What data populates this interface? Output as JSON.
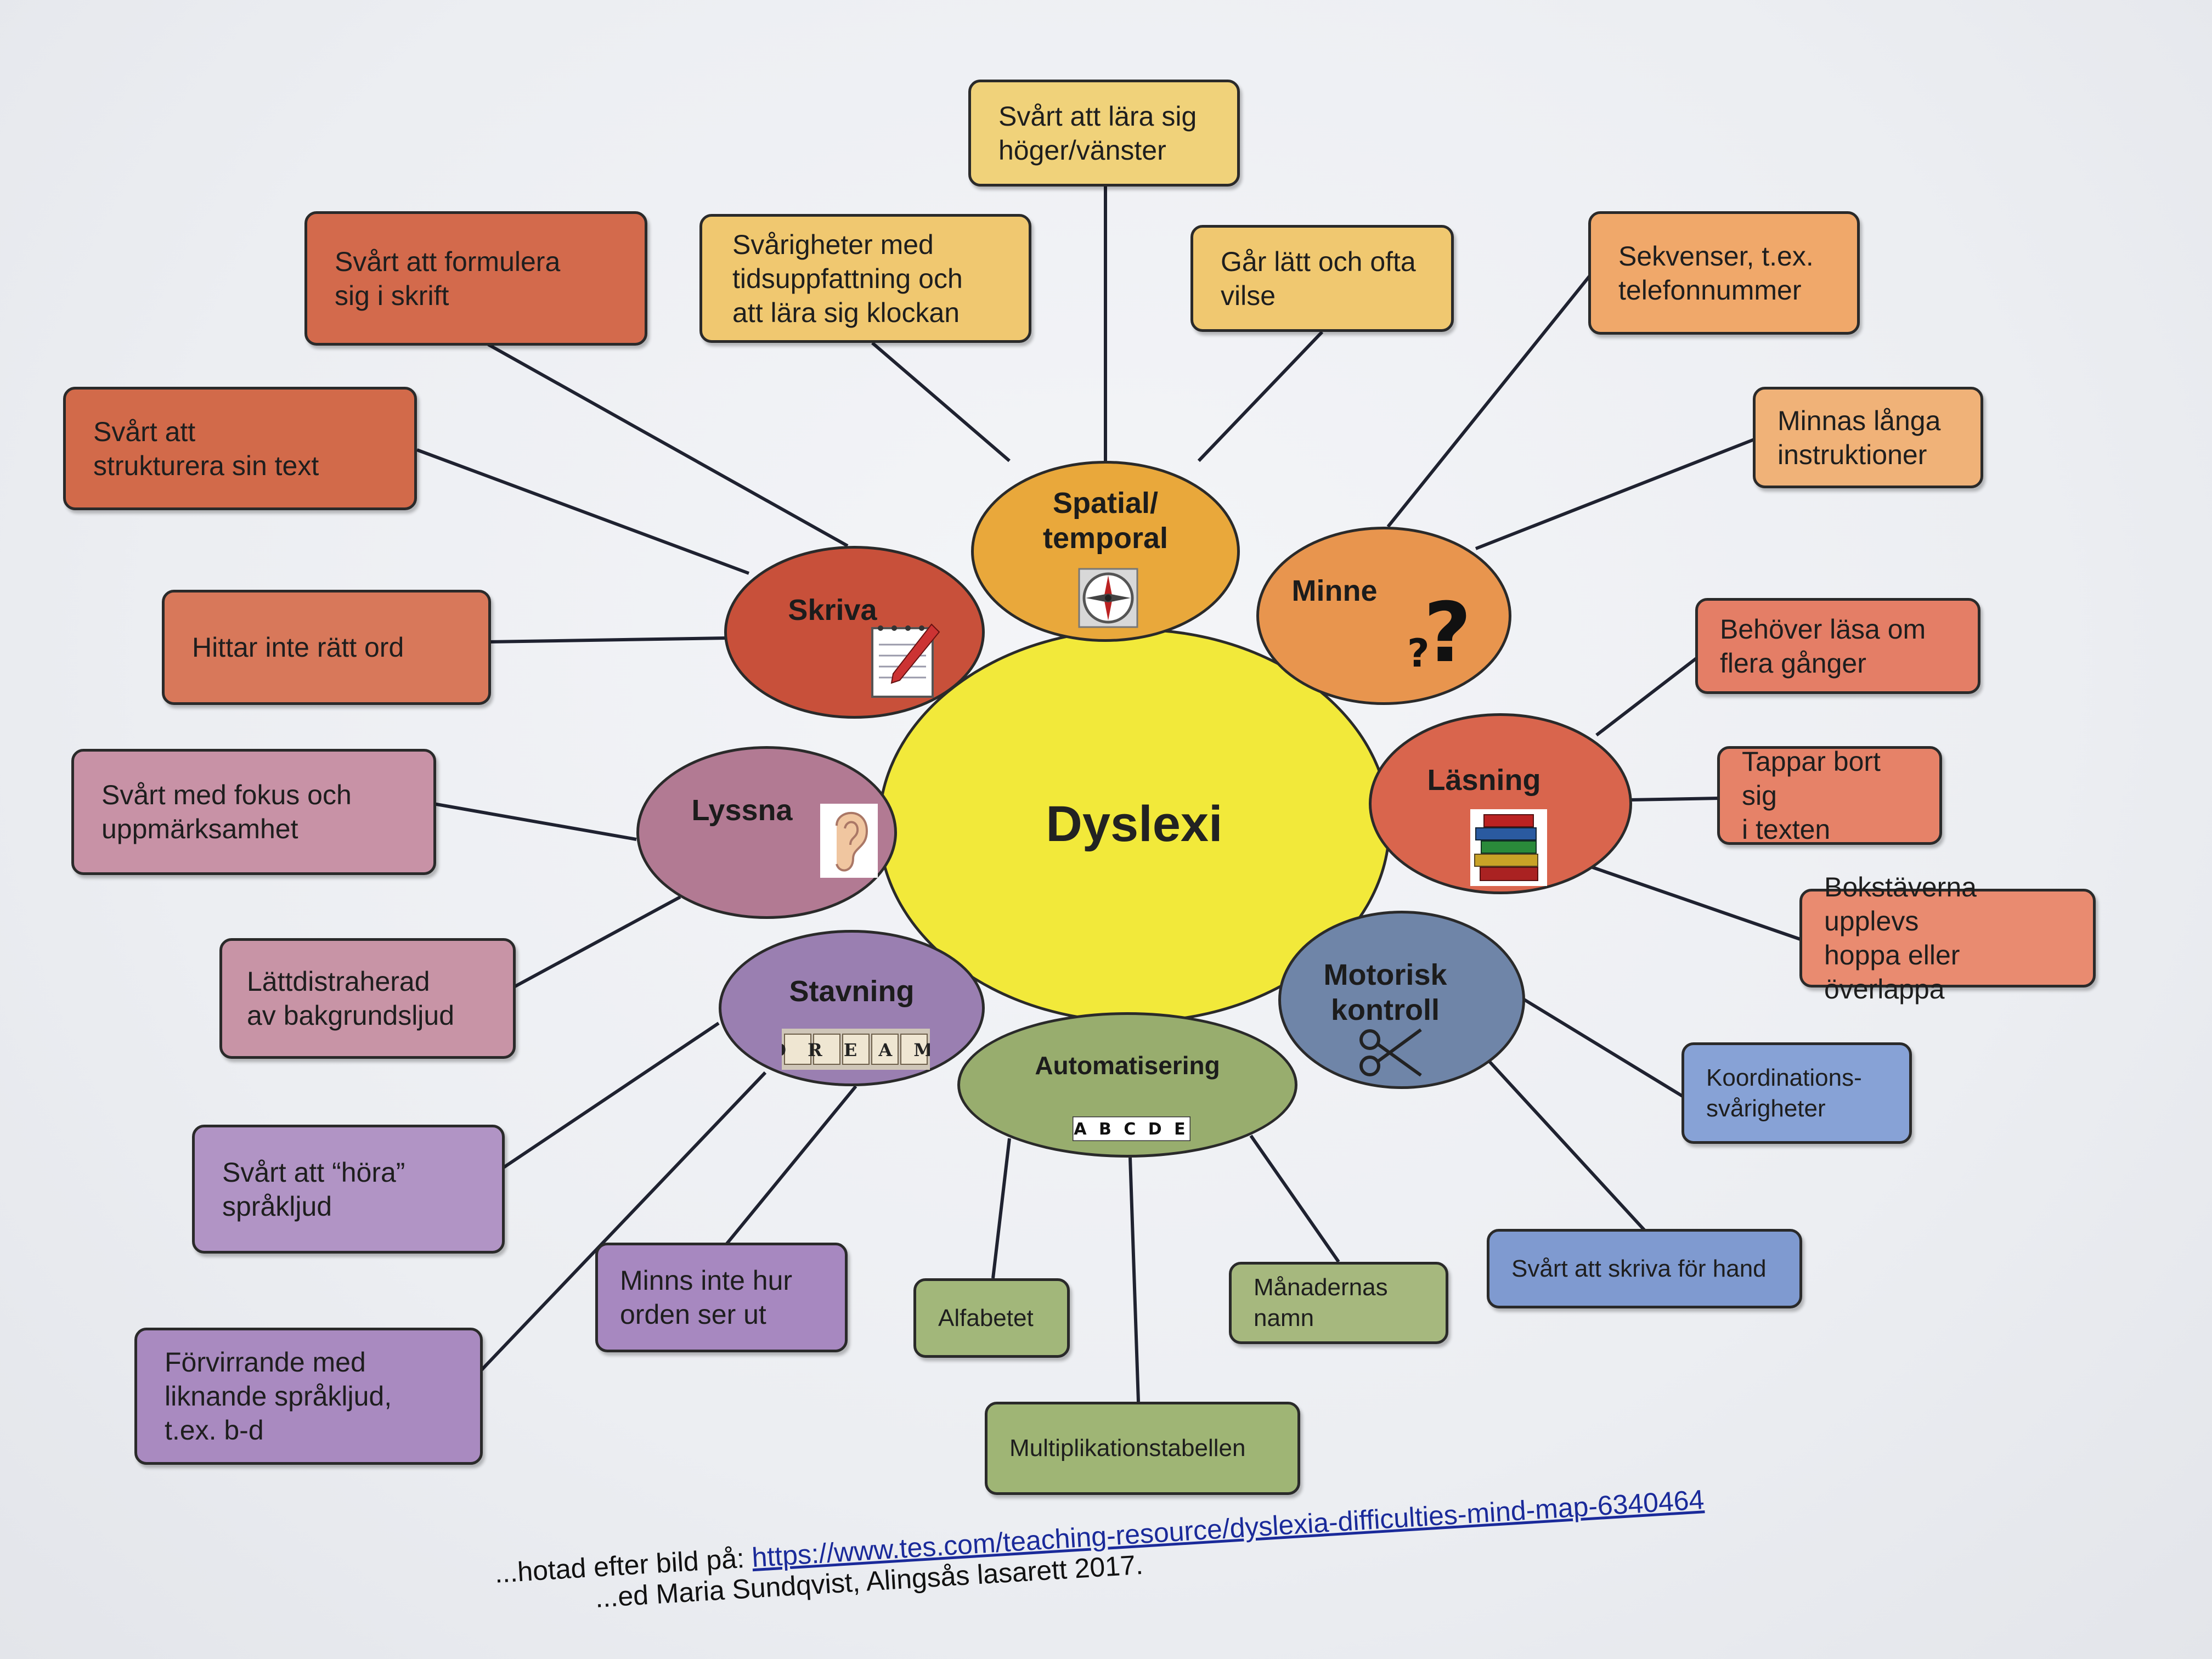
{
  "center": "Dyslexi",
  "categories": {
    "spatial": "Spatial/\ntemporal",
    "minne": "Minne",
    "skriva": "Skriva",
    "lasning": "Läsning",
    "lyssna": "Lyssna",
    "stavning": "Stavning",
    "motorisk": "Motorisk\nkontroll",
    "automatisering": "Automatisering"
  },
  "icons": {
    "spatial": "compass-icon",
    "minne": "question-marks-icon",
    "skriva": "notepad-pencil-icon",
    "lasning": "books-icon",
    "lyssna": "ear-icon",
    "stavning": "scrabble-tiles-icon",
    "motorisk": "scissors-icon",
    "automatisering": "abc-tiles-icon"
  },
  "icon_text": {
    "stavning": "D R E A M",
    "automatisering": "A B C D E"
  },
  "boxes": {
    "hoger_vanster": "Svårt att lära sig\nhöger/vänster",
    "tidsuppfattning": "Svårigheter med\ntidsuppfattning och\natt lära sig klockan",
    "vilse": "Går lätt och ofta\nvilse",
    "sekvenser": "Sekvenser, t.ex.\ntelefonnummer",
    "instruktioner": "Minnas långa\ninstruktioner",
    "formulera": "Svårt att formulera\nsig i skrift",
    "strukturera": "Svårt att\nstrukturera sin text",
    "ratt_ord": "Hittar inte rätt ord",
    "lasa_om": "Behöver läsa om\nflera gånger",
    "tappar_bort": "Tappar bort sig\ni texten",
    "hoppa": "Bokstäverna upplevs\nhoppa eller överlappa",
    "fokus": "Svårt med fokus och\nuppmärksamhet",
    "bakgrundsljud": "Lättdistraherad\nav bakgrundsljud",
    "hora": "Svårt att “höra”\nspråkljud",
    "forvirrande": "Förvirrande med\nliknande språkljud,\nt.ex. b-d",
    "minns_ord": "Minns inte hur\norden ser ut",
    "alfabetet": "Alfabetet",
    "multiplikation": "Multiplikationstabellen",
    "manadernas": "Månadernas\nnamn",
    "skriva_hand": "Svårt att skriva för hand",
    "koordination": "Koordinations-\nsvårigheter"
  },
  "footer": {
    "line1_prefix": "...hotad efter bild på: ",
    "link": "https://www.tes.com/teaching-resource/dyslexia-difficulties-mind-map-6340464",
    "line2": "...ed Maria Sundqvist, Alingsås lasarett 2017."
  },
  "colors": {
    "center": "#f2e93a",
    "spatial": "#e9a83b",
    "minne": "#e8954e",
    "skriva": "#c8503a",
    "lasning": "#d9654d",
    "lyssna": "#b27a93",
    "stavning": "#9a7fb1",
    "motorisk": "#6f85a8",
    "automatisering": "#98ad6e"
  }
}
